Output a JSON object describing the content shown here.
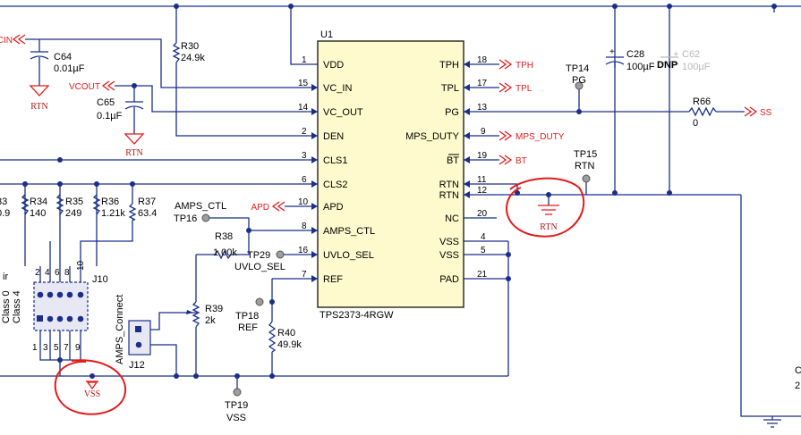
{
  "ic": {
    "ref": "U1",
    "part": "TPS2373-4RGW",
    "left_pins": [
      {
        "num": "1",
        "name": "VDD"
      },
      {
        "num": "15",
        "name": "VC_IN"
      },
      {
        "num": "14",
        "name": "VC_OUT"
      },
      {
        "num": "2",
        "name": "DEN"
      },
      {
        "num": "3",
        "name": "CLS1"
      },
      {
        "num": "6",
        "name": "CLS2"
      },
      {
        "num": "10",
        "name": "APD"
      },
      {
        "num": "8",
        "name": "AMPS_CTL"
      },
      {
        "num": "16",
        "name": "UVLO_SEL"
      },
      {
        "num": "7",
        "name": "REF"
      }
    ],
    "right_pins": [
      {
        "num": "18",
        "name": "TPH"
      },
      {
        "num": "17",
        "name": "TPL"
      },
      {
        "num": "13",
        "name": "PG"
      },
      {
        "num": "9",
        "name": "MPS_DUTY"
      },
      {
        "num": "19",
        "name": "BT"
      },
      {
        "num": "11",
        "name": "RTN"
      },
      {
        "num": "12",
        "name": "RTN"
      },
      {
        "num": "20",
        "name": "NC"
      },
      {
        "num": "4",
        "name": "VSS"
      },
      {
        "num": "5",
        "name": "VSS"
      },
      {
        "num": "21",
        "name": "PAD"
      }
    ]
  },
  "nets": {
    "cin": "CIN",
    "vcout": "VCOUT",
    "tph": "TPH",
    "tpl": "TPL",
    "ss": "SS",
    "mps_duty": "MPS_DUTY",
    "bt": "BT",
    "apd": "APD",
    "amps_ctl": "AMPS_CTL",
    "rtn_left": "RTN",
    "rtn_c65": "RTN",
    "rtn_right": "RTN",
    "vss": "VSS"
  },
  "components": {
    "c64": {
      "ref": "C64",
      "value": "0.01µF"
    },
    "c65": {
      "ref": "C65",
      "value": "0.1µF"
    },
    "r30": {
      "ref": "R30",
      "value": "24.9k"
    },
    "c28": {
      "ref": "C28",
      "value": "100µF"
    },
    "c62": {
      "ref": "C62",
      "value": "100µF"
    },
    "dnp": "DNP",
    "r66": {
      "ref": "R66",
      "value": "0"
    },
    "r33": {
      "ref": "33",
      "value": "0.9"
    },
    "r34": {
      "ref": "R34",
      "value": "140"
    },
    "r35": {
      "ref": "R35",
      "value": "249"
    },
    "r36": {
      "ref": "R36",
      "value": "1.21k"
    },
    "r37": {
      "ref": "R37",
      "value": "63.4"
    },
    "r38": {
      "ref": "R38",
      "value": "1.00k"
    },
    "r39": {
      "ref": "R39",
      "value": "2k"
    },
    "r40": {
      "ref": "R40",
      "value": "49.9k"
    },
    "j10": {
      "ref": "J10",
      "top_pins": [
        "2",
        "4",
        "6",
        "8",
        "10"
      ],
      "bottom_pins": [
        "1",
        "3",
        "5",
        "7",
        "9"
      ],
      "partial": "ir",
      "class0": "Class 0",
      "class4": "Class 4"
    },
    "j12": {
      "ref": "J12",
      "label": "AMPS_Connect"
    }
  },
  "testpoints": {
    "tp14": {
      "ref": "TP14",
      "label": "PG"
    },
    "tp15": {
      "ref": "TP15",
      "label": "RTN"
    },
    "tp16": {
      "ref": "TP16"
    },
    "tp29": {
      "ref": "TP29",
      "label": "UVLO_SEL"
    },
    "tp18": {
      "ref": "TP18",
      "label": "REF"
    },
    "tp19": {
      "ref": "TP19",
      "label": "VSS"
    }
  },
  "edge_fragments": [
    "C",
    "2"
  ]
}
